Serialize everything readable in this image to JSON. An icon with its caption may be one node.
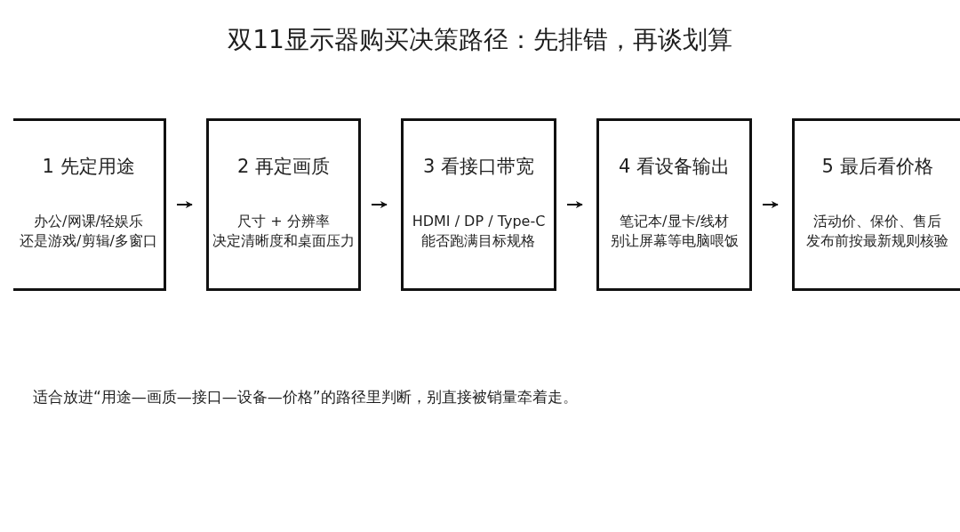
{
  "diagram": {
    "title": "双11显示器购买决策路径：先排错，再谈划算",
    "nodes": [
      {
        "text": [
          "1 先定用途",
          "办公/网课/轻娱乐还是游戏/剪辑/多窗口"
        ]
      },
      {
        "text": [
          "2 再定画质",
          "尺寸 + 分辨率决定清晰度和桌面压力"
        ]
      },
      {
        "text": [
          "3 看接口带宽",
          "HDMI / DP / Type-C能否跑满目标规格"
        ]
      },
      {
        "text": [
          "4 看设备输出",
          "笔记本/显卡/线材别让屏幕等电脑喂饭"
        ]
      },
      {
        "text": [
          "5 最后看价格",
          "活动价、保价、售后发布前按最新规则核验"
        ]
      }
    ],
    "edges": [
      {
        "from": 0,
        "to": 1,
        "arrow": "to"
      },
      {
        "from": 1,
        "to": 2,
        "arrow": "to"
      },
      {
        "from": 2,
        "to": 3,
        "arrow": "to"
      },
      {
        "from": 3,
        "to": 4,
        "arrow": "to"
      }
    ],
    "labels": [
      "适合放进“用途—画质—接口—设备—价格”的路径里判断，别直接被销量牵着走。"
    ]
  }
}
